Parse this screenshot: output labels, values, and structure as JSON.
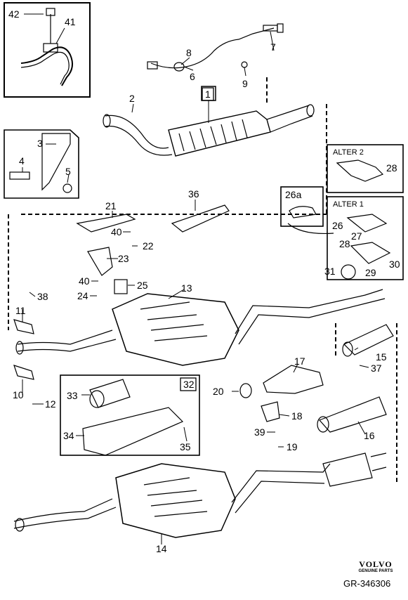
{
  "diagram": {
    "brand": "VOLVO",
    "brand_sub": "GENUINE PARTS",
    "reference": "GR-346306",
    "alter_labels": [
      "ALTER 2",
      "ALTER 1"
    ],
    "part_labels": [
      "42",
      "41",
      "7",
      "8",
      "6",
      "9",
      "2",
      "1",
      "3",
      "4",
      "5",
      "36",
      "21",
      "40",
      "22",
      "23",
      "40",
      "24",
      "25",
      "13",
      "38",
      "26a",
      "28",
      "26",
      "27",
      "28",
      "31",
      "29",
      "30",
      "11",
      "10",
      "12",
      "17",
      "15",
      "37",
      "20",
      "18",
      "39",
      "19",
      "16",
      "33",
      "32",
      "34",
      "35",
      "14"
    ]
  },
  "colors": {
    "line": "#000000",
    "background": "#ffffff"
  }
}
